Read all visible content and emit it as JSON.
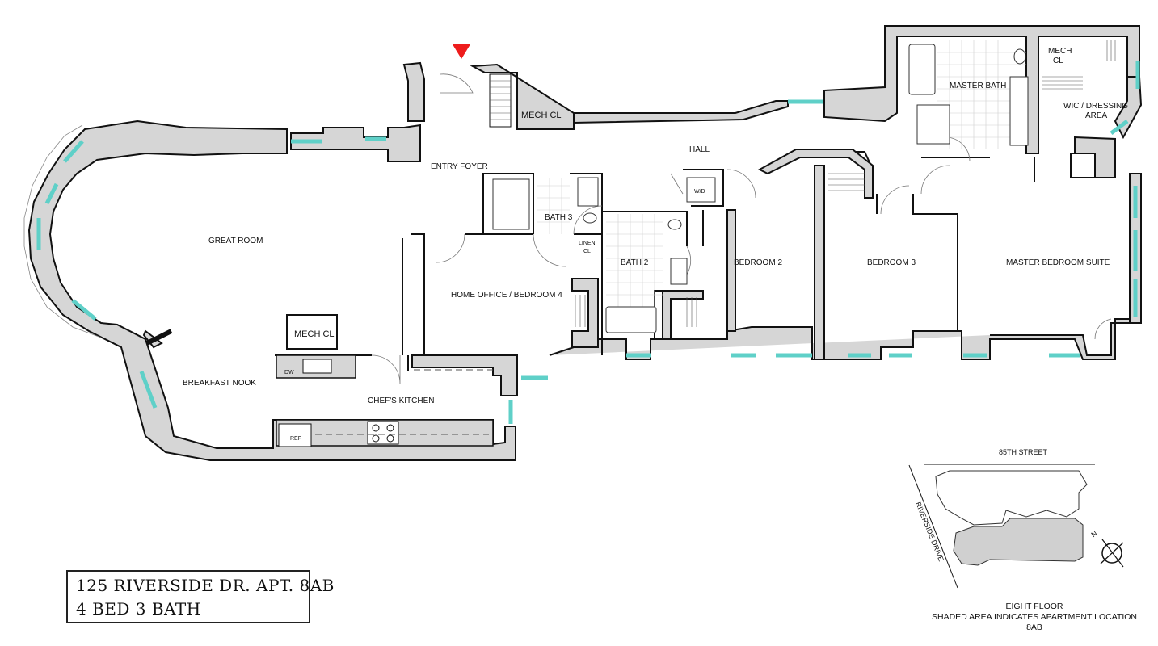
{
  "rooms": {
    "entry_foyer": "ENTRY FOYER",
    "hall": "HALL",
    "great_room": "GREAT ROOM",
    "breakfast_nook": "BREAKFAST NOOK",
    "chefs_kitchen": "CHEF'S KITCHEN",
    "home_office": "HOME OFFICE / BEDROOM 4",
    "bath_3": "BATH 3",
    "bath_2": "BATH 2",
    "linen_cl_1": "LINEN",
    "linen_cl_2": "CL",
    "bedroom_2": "BEDROOM 2",
    "bedroom_3": "BEDROOM 3",
    "master_bedroom": "MASTER BEDROOM SUITE",
    "master_bath": "MASTER BATH",
    "mech_cl_top_1": "MECH",
    "mech_cl_top_2": "CL",
    "wic_1": "WIC / DRESSING",
    "wic_2": "AREA",
    "mech_cl_entry": "MECH CL",
    "mech_cl_kitchen": "MECH CL",
    "wd": "W/D",
    "dw": "DW",
    "ref": "REF"
  },
  "location_map": {
    "street_top": "85TH STREET",
    "street_side": "RIVERSIDE DRIVE",
    "north": "N"
  },
  "footer": {
    "note_line1": "EIGHT FLOOR",
    "note_line2": "SHADED AREA INDICATES APARTMENT LOCATION",
    "note_line3": "8AB"
  },
  "title": {
    "line1": "125 RIVERSIDE DR. APT. 8AB",
    "line2": "4 BED 3 BATH"
  },
  "colors": {
    "wall_fill": "#d6d6d6",
    "window": "#5fd0c8",
    "entry_marker": "#ee1c1c"
  }
}
